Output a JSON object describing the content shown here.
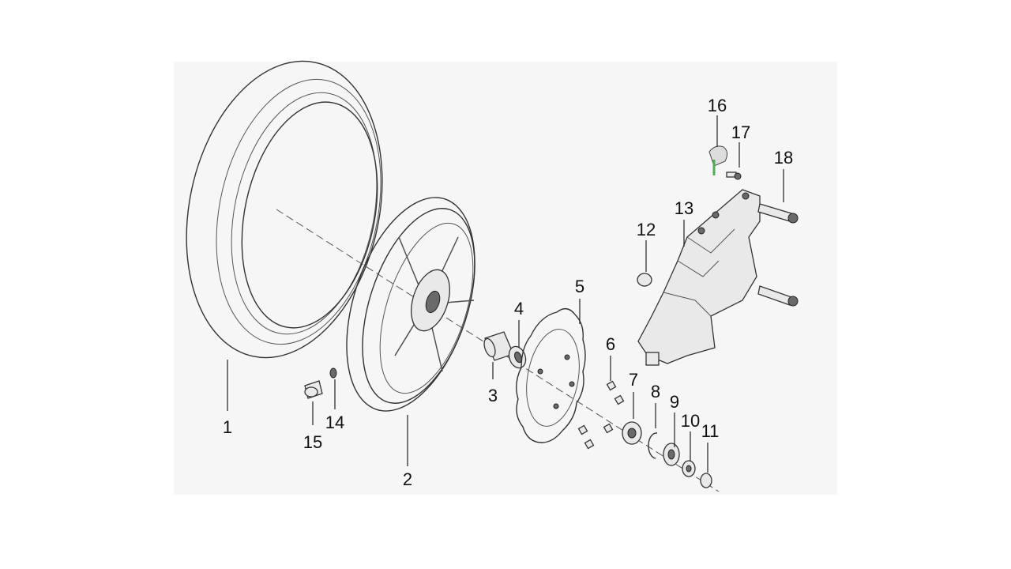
{
  "diagram": {
    "type": "exploded-parts-view",
    "callouts": [
      {
        "id": "c1",
        "label": "1"
      },
      {
        "id": "c2",
        "label": "2"
      },
      {
        "id": "c3",
        "label": "3"
      },
      {
        "id": "c4",
        "label": "4"
      },
      {
        "id": "c5",
        "label": "5"
      },
      {
        "id": "c6",
        "label": "6"
      },
      {
        "id": "c7",
        "label": "7"
      },
      {
        "id": "c8",
        "label": "8"
      },
      {
        "id": "c9",
        "label": "9"
      },
      {
        "id": "c10",
        "label": "10"
      },
      {
        "id": "c11",
        "label": "11"
      },
      {
        "id": "c12",
        "label": "12"
      },
      {
        "id": "c13",
        "label": "13"
      },
      {
        "id": "c14",
        "label": "14"
      },
      {
        "id": "c15",
        "label": "15"
      },
      {
        "id": "c16",
        "label": "16"
      },
      {
        "id": "c17",
        "label": "17"
      },
      {
        "id": "c18",
        "label": "18"
      }
    ],
    "colors": {
      "background": "#f6f6f6",
      "line": "#222222",
      "part_fill": "#e9e9e9",
      "accent_green": "#4caf50"
    }
  }
}
